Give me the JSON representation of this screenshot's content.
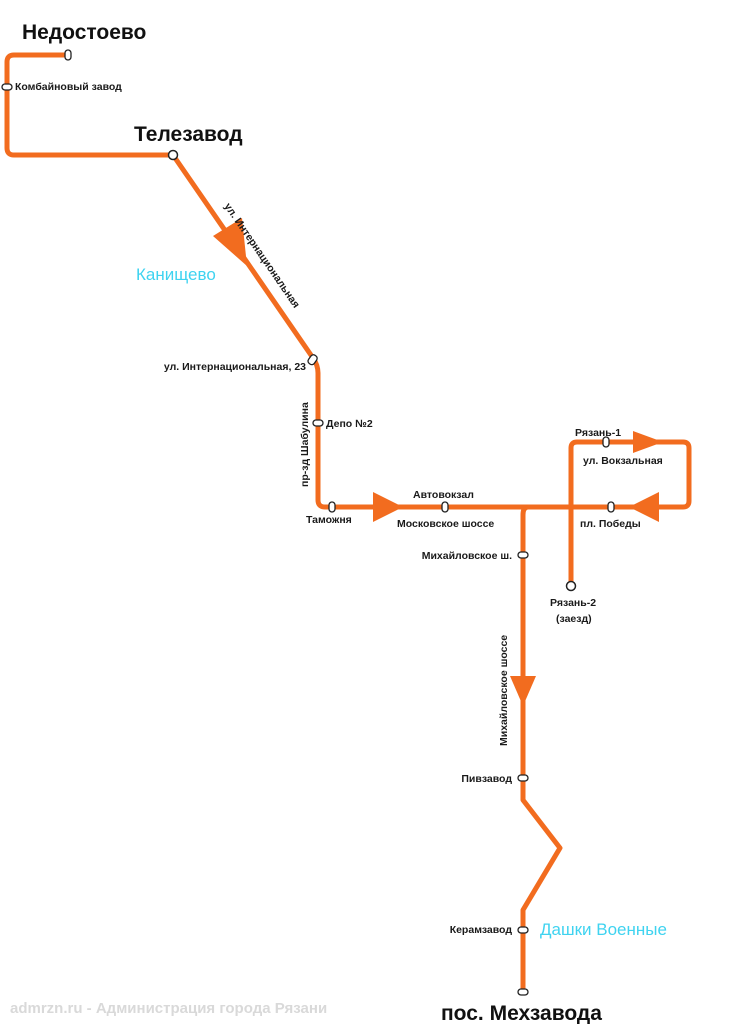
{
  "terminals": {
    "north": "Недостоево",
    "hub": "Телезавод",
    "south": "пос. Мехзавода"
  },
  "stops": {
    "kombainovy": "Комбайновый завод",
    "internatsionalnaya23": "ул. Интернациональная, 23",
    "depo2": "Депо №2",
    "tamozhnya": "Таможня",
    "avtovokzal": "Автовокзал",
    "moskovskoe": "Московское шоссе",
    "ryazan1": "Рязань-1",
    "vokzalnaya": "ул. Вокзальная",
    "pobedy": "пл. Победы",
    "mikhailovskoe_sh": "Михайловское ш.",
    "ryazan2_line1": "Рязань-2",
    "ryazan2_line2": "(заезд)",
    "pivzavod": "Пивзавод",
    "keramzavod": "Керамзавод"
  },
  "streets": {
    "internatsionalnaya": "ул. Интернациональная",
    "shabulina": "пр-зд Шабулина",
    "mikhailovskoe_shosse": "Михайловское шоссе"
  },
  "districts": {
    "kanishchevo": "Канищево",
    "dashki": "Дашки Военные"
  },
  "watermark": "admrzn.ru - Администрация города Рязани",
  "colors": {
    "route": "#f26c1f",
    "district": "#3fd3f0"
  }
}
